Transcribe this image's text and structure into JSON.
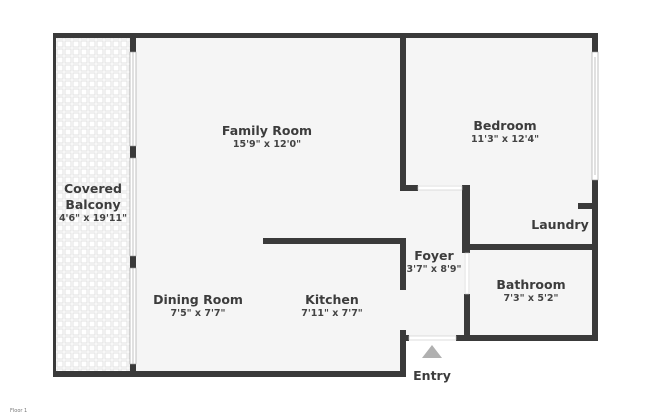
{
  "floor_plan": {
    "floor_label": "Floor 1",
    "colors": {
      "wall": "#3a3a3a",
      "floor": "#f5f5f5",
      "balcony_tile": "#e0e0e0",
      "window": "#ffffff",
      "text": "#3c3c3c",
      "entry_marker": "#b0b0b0"
    },
    "rooms": [
      {
        "name": "Family Room",
        "dimensions": "15'9\" x 12'0\""
      },
      {
        "name": "Bedroom",
        "dimensions": "11'3\" x 12'4\""
      },
      {
        "name": "Covered Balcony",
        "name_line1": "Covered",
        "name_line2": "Balcony",
        "dimensions": "4'6\" x 19'11\""
      },
      {
        "name": "Laundry",
        "dimensions": ""
      },
      {
        "name": "Foyer",
        "dimensions": "3'7\" x 8'9\""
      },
      {
        "name": "Bathroom",
        "dimensions": "7'3\" x 5'2\""
      },
      {
        "name": "Dining Room",
        "dimensions": "7'5\" x 7'7\""
      },
      {
        "name": "Kitchen",
        "dimensions": "7'11\" x 7'7\""
      }
    ],
    "entry": {
      "label": "Entry"
    }
  }
}
